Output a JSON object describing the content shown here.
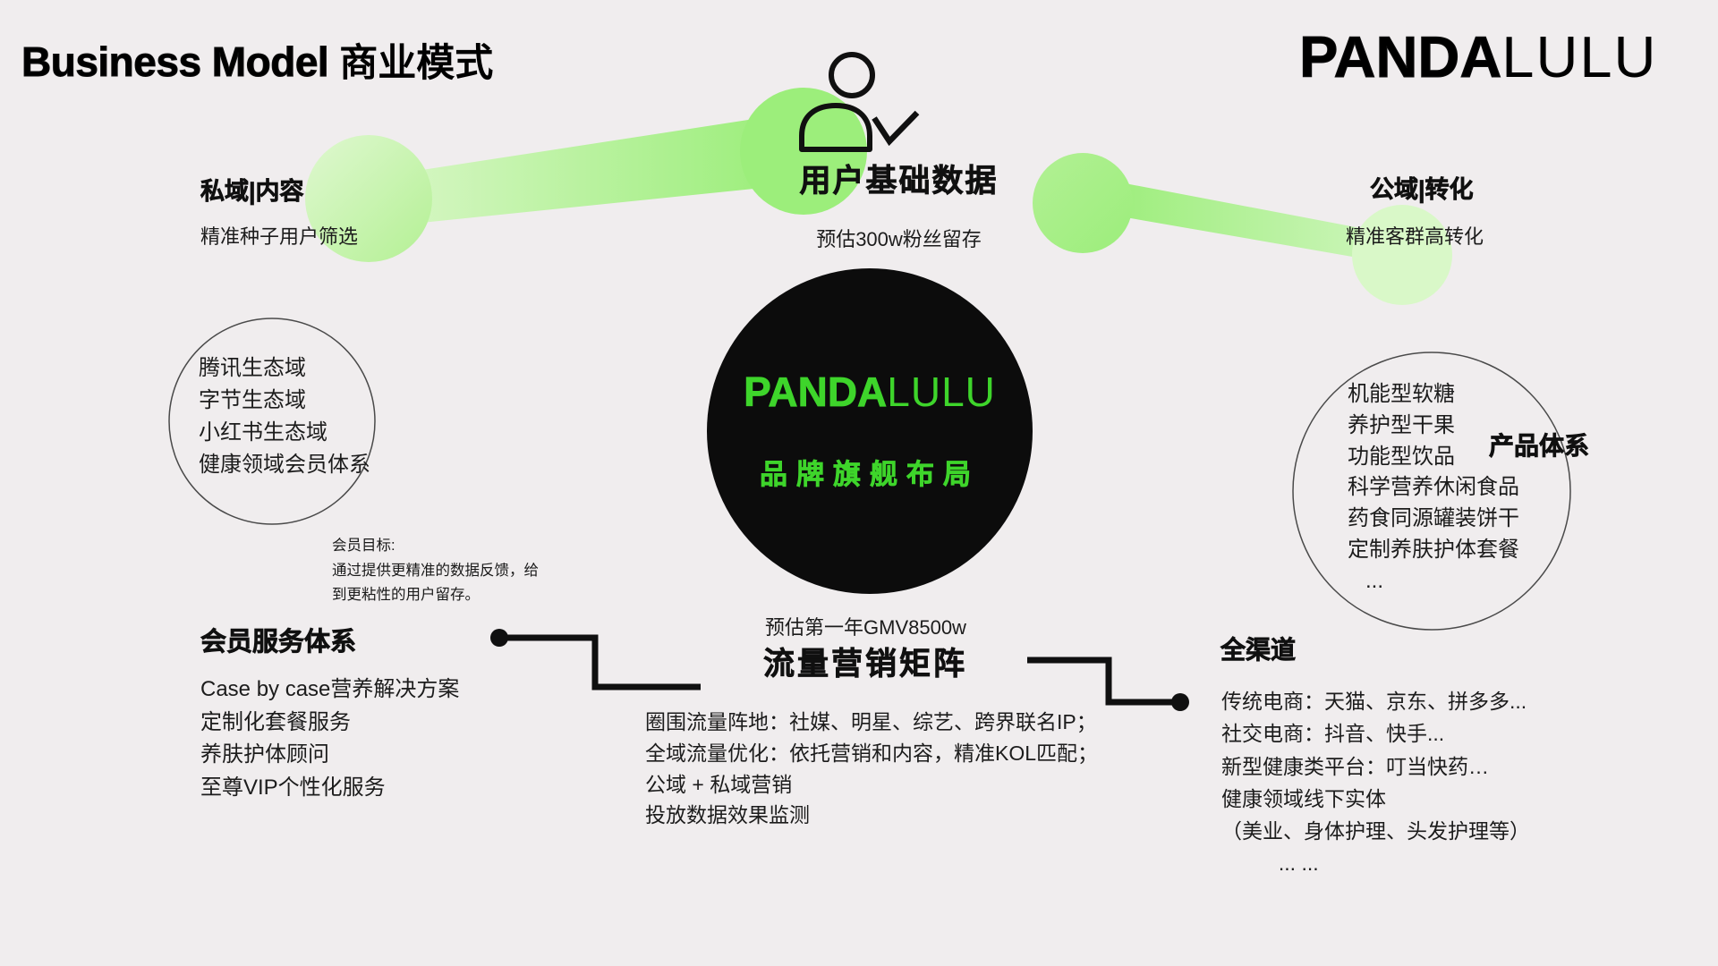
{
  "page": {
    "title_en": "Business Model",
    "title_zh": "商业模式",
    "brand_bold": "PANDA",
    "brand_light": "LULU",
    "bg_color": "#f0edee",
    "brand_green": "#3ed52b"
  },
  "nodes": {
    "private": {
      "heading": "私域|内容",
      "sub": "精准种子用户筛选"
    },
    "user_data": {
      "heading": "用户基础数据",
      "sub": "预估300w粉丝留存"
    },
    "public_node": {
      "heading": "公域|转化",
      "sub": "精准客群高转化"
    }
  },
  "ecosystem_circle": {
    "items": [
      "腾讯生态域",
      "字节生态域",
      "小红书生态域",
      "健康领域会员体系"
    ]
  },
  "member_note": {
    "lines": [
      "会员目标:",
      "通过提供更精准的数据反馈，给",
      "到更粘性的用户留存。"
    ]
  },
  "member_services": {
    "heading": "会员服务体系",
    "items": [
      "Case by case营养解决方案",
      "定制化套餐服务",
      "养肤护体顾问",
      "至尊VIP个性化服务"
    ]
  },
  "brand_circle": {
    "tagline": "品牌旗舰布局"
  },
  "traffic": {
    "gmv": "预估第一年GMV8500w",
    "heading": "流量营销矩阵",
    "items": [
      "圈围流量阵地：社媒、明星、综艺、跨界联名IP；",
      "全域流量优化：依托营销和内容，精准KOL匹配；",
      "公域 + 私域营销",
      "投放数据效果监测"
    ]
  },
  "channels": {
    "heading": "全渠道",
    "items": [
      "传统电商：天猫、京东、拼多多...",
      "社交电商：抖音、快手...",
      "新型健康类平台：叮当快药…",
      "健康领域线下实体",
      "（美业、身体护理、头发护理等）",
      "          ... ..."
    ]
  },
  "products": {
    "label": "产品体系",
    "items": [
      "机能型软糖",
      "养护型干果",
      "功能型饮品",
      "科学营养休闲食品",
      "药食同源罐装饼干",
      "定制养肤护体套餐",
      "   ..."
    ]
  }
}
